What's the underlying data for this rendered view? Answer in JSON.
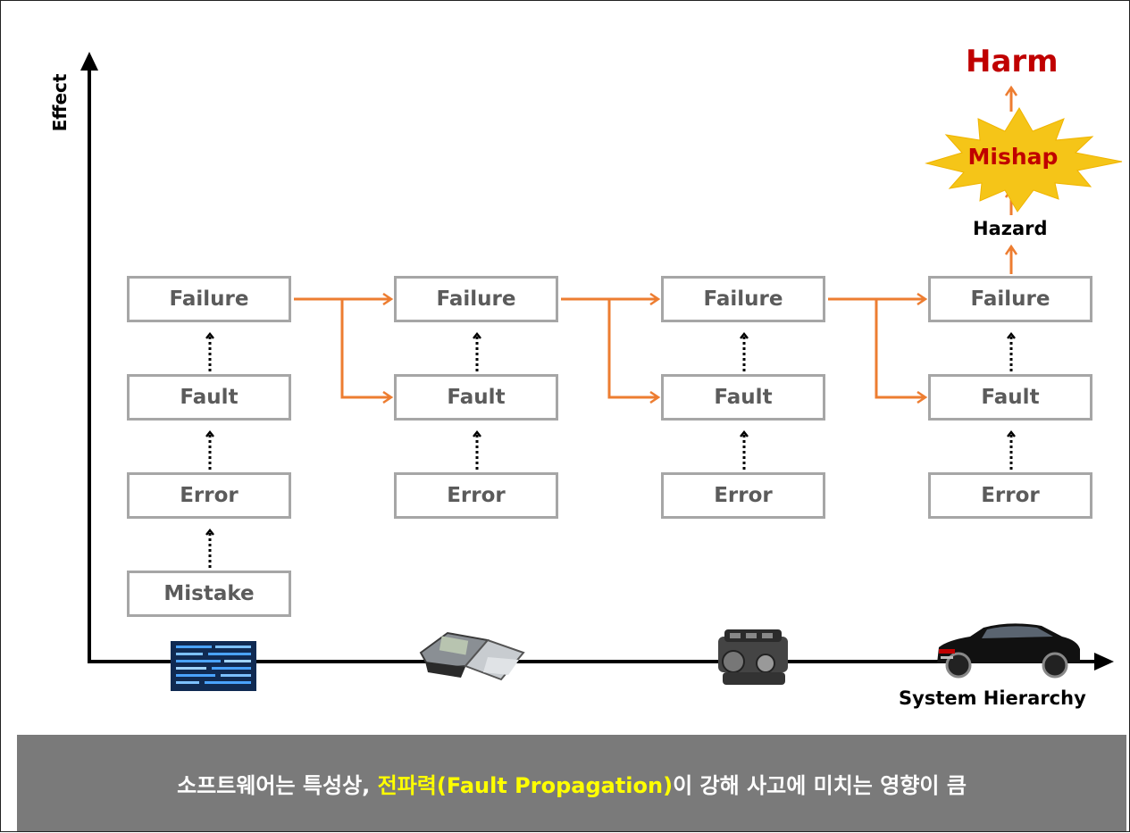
{
  "axes": {
    "y_label": "Effect",
    "x_label": "System Hierarchy"
  },
  "columns": [
    {
      "failure": "Failure",
      "fault": "Fault",
      "error": "Error",
      "mistake": "Mistake",
      "image": "code-screen-image"
    },
    {
      "failure": "Failure",
      "fault": "Fault",
      "error": "Error",
      "image": "ecu-module-image"
    },
    {
      "failure": "Failure",
      "fault": "Fault",
      "error": "Error",
      "image": "engine-image"
    },
    {
      "failure": "Failure",
      "fault": "Fault",
      "error": "Error",
      "image": "car-image"
    }
  ],
  "outcome": {
    "hazard": "Hazard",
    "mishap": "Mishap",
    "harm": "Harm"
  },
  "banner": {
    "prefix": "소프트웨어는 특성상, ",
    "highlight": "전파력(Fault Propagation)",
    "suffix": "이 강해 사고에 미치는 영향이 큼"
  },
  "colors": {
    "propagation_arrow": "#ed7d31",
    "box_border": "#a6a6a6",
    "harm_text": "#c00000",
    "mishap_burst": "#f5c518",
    "banner_bg": "#7a7a7a",
    "banner_highlight": "#ffff00"
  }
}
